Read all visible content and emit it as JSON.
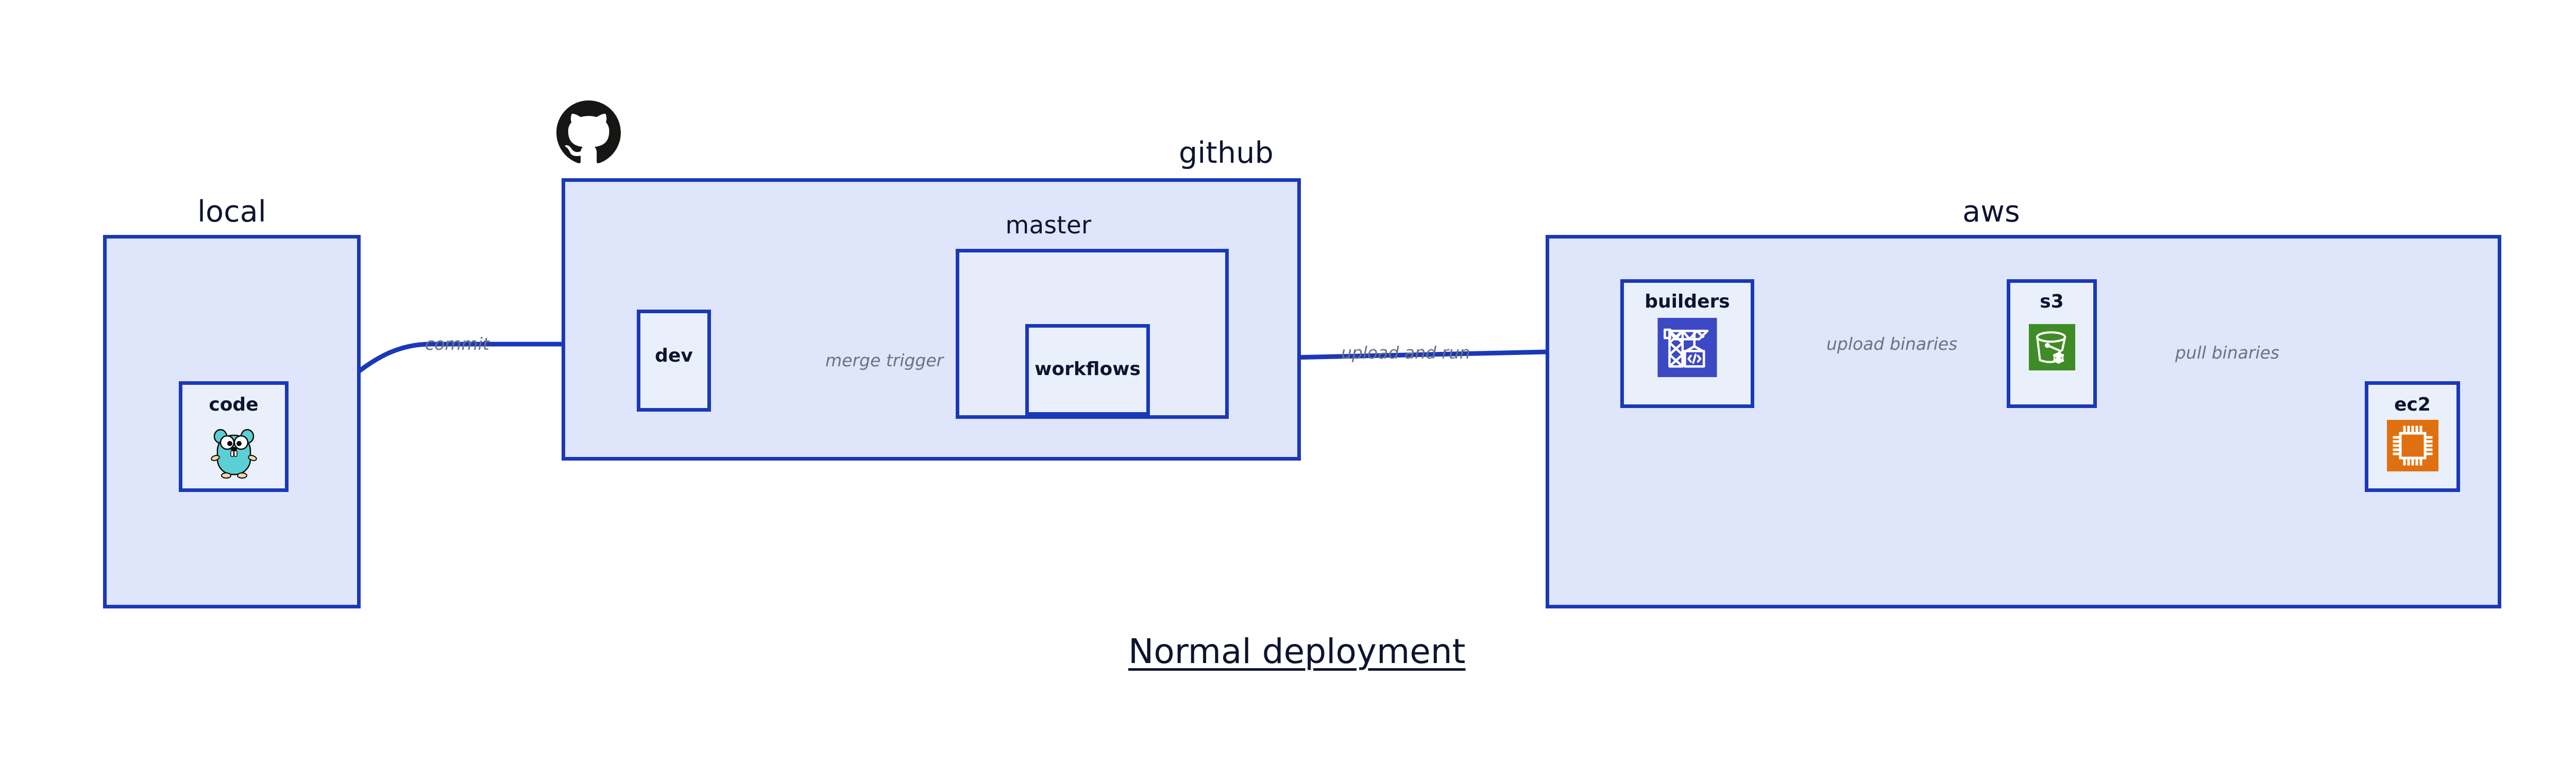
{
  "diagram": {
    "title": "Normal deployment",
    "colors": {
      "group_fill": "#dfe5fa",
      "node_fill": "#eaeffc",
      "border_blue": "#1a38b8",
      "edge_blue": "#1a38b8",
      "label_navy": "#0d1430",
      "edge_label_gray": "#6b7280",
      "codebuild_blue": "#3b49c4",
      "s3_green": "#3f8c26",
      "ec2_orange": "#e0700f",
      "gopher_cyan": "#5bcfd6",
      "github_black": "#161614"
    },
    "groups": [
      {
        "id": "local",
        "label": "local"
      },
      {
        "id": "github",
        "label": "github"
      },
      {
        "id": "aws",
        "label": "aws"
      }
    ],
    "subgroups": [
      {
        "id": "master",
        "label": "master",
        "parent": "github"
      }
    ],
    "nodes": [
      {
        "id": "code",
        "label": "code",
        "icon": "go-gopher-icon",
        "group": "local"
      },
      {
        "id": "dev",
        "label": "dev",
        "icon": null,
        "group": "github"
      },
      {
        "id": "workflows",
        "label": "workflows",
        "icon": null,
        "group": "master"
      },
      {
        "id": "builders",
        "label": "builders",
        "icon": "aws-codebuild-icon",
        "group": "aws"
      },
      {
        "id": "s3",
        "label": "s3",
        "icon": "aws-s3-glacier-icon",
        "group": "aws"
      },
      {
        "id": "ec2",
        "label": "ec2",
        "icon": "aws-ec2-icon",
        "group": "aws"
      }
    ],
    "edges": [
      {
        "from": "code",
        "to": "dev",
        "label": "commit"
      },
      {
        "from": "dev",
        "to": "workflows",
        "label": "merge trigger"
      },
      {
        "from": "workflows",
        "to": "builders",
        "label": "upload and run"
      },
      {
        "from": "builders",
        "to": "s3",
        "label": "upload binaries"
      },
      {
        "from": "s3",
        "to": "ec2",
        "label": "pull binaries"
      }
    ],
    "logos": [
      {
        "id": "github-logo",
        "name": "github-octocat-icon"
      }
    ]
  }
}
